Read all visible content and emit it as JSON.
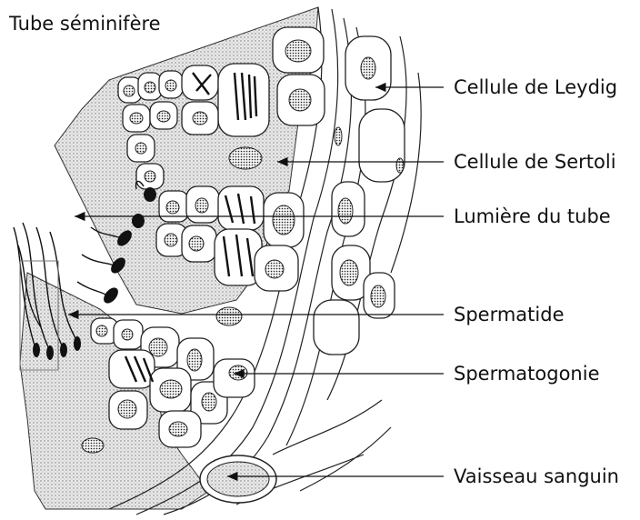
{
  "title": "Tube séminifère",
  "labels": {
    "leydig": "Cellule de Leydig",
    "sertoli": "Cellule de Sertoli",
    "lumiere": "Lumière du tube",
    "spermatide": "Spermatide",
    "spermatogonie": "Spermatogonie",
    "vaisseau": "Vaisseau sanguin"
  }
}
